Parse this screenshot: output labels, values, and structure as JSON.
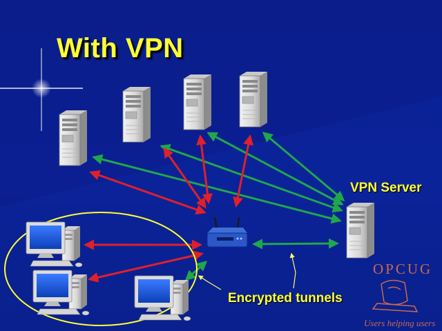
{
  "title": "With VPN",
  "labels": {
    "vpn_server": "VPN Server",
    "encrypted_tunnels": "Encrypted tunnels"
  },
  "logo": {
    "name": "OPCUG",
    "tagline": "Users helping users"
  },
  "colors": {
    "background": "#0a1d8a",
    "title": "#ffff33",
    "red_arrow": "#e0202a",
    "green_arrow": "#1fa84a",
    "yellow_ellipse": "#ffff33",
    "logo": "#c96a4a"
  },
  "nodes": {
    "servers": [
      "server-1",
      "server-2",
      "server-3",
      "server-4"
    ],
    "vpn_server": "vpn-server",
    "router": "wireless-router",
    "clients": [
      "client-pc-1",
      "client-pc-2",
      "client-pc-3"
    ]
  }
}
